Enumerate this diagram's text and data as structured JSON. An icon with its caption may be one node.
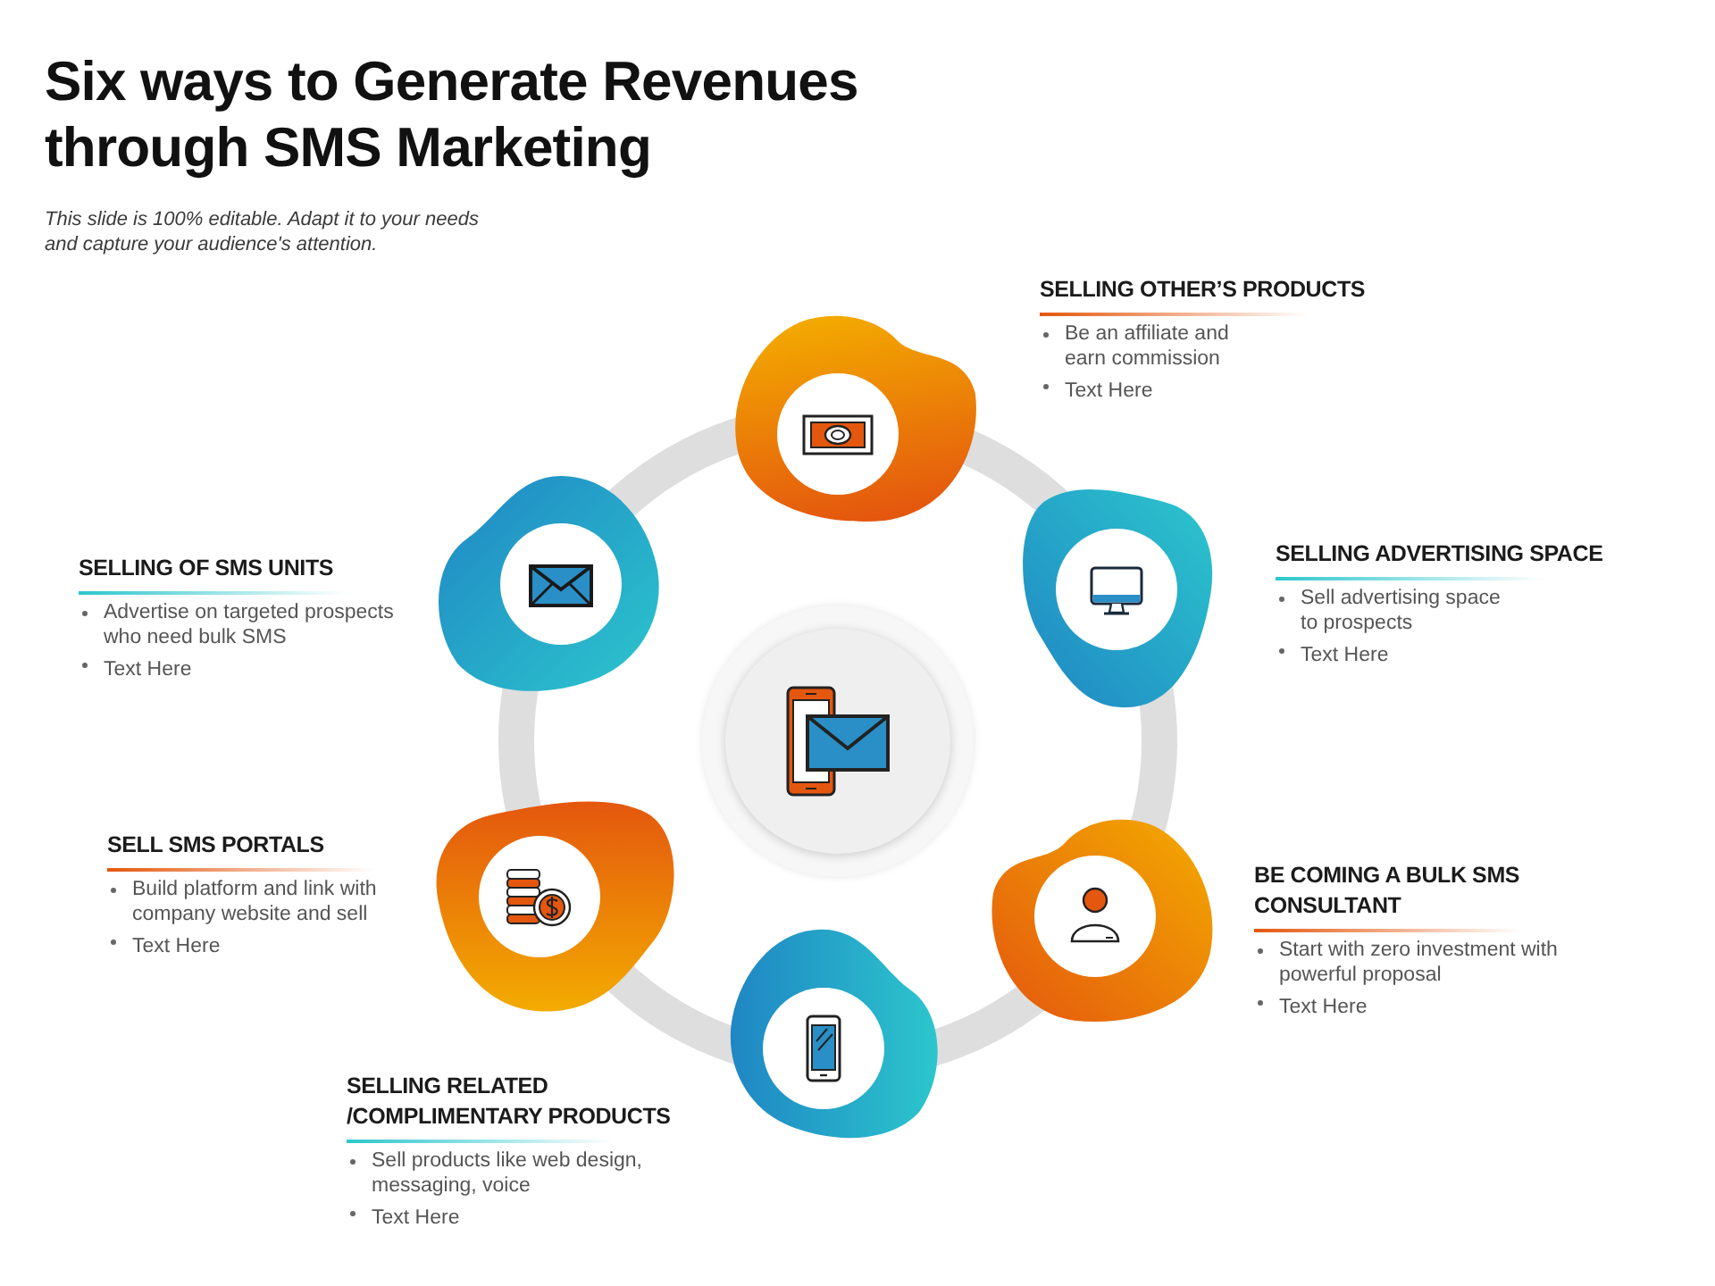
{
  "diagram": {
    "title": "Six ways to Generate Revenues through SMS Marketing",
    "nodes": [
      {
        "text": [],
        "shape": "circle"
      },
      {
        "text": [],
        "shape": "blob",
        "beside": [
          "SELLING OTHER’S PRODUCTS",
          "Be an affiliate and earn commission",
          "Text Here"
        ]
      },
      {
        "text": [],
        "shape": "blob",
        "beside": [
          "SELLING OF SMS UNITS",
          "Advertise on targeted prospects who need bulk SMS",
          "Text Here"
        ]
      },
      {
        "text": [],
        "shape": "blob",
        "beside": [
          "SELLING ADVERTISING SPACE",
          "Sell advertising space to prospects",
          "Text Here"
        ]
      },
      {
        "text": [],
        "shape": "blob",
        "beside": [
          "SELL SMS PORTALS",
          "Build platform and link with company website and sell",
          "Text Here"
        ]
      },
      {
        "text": [],
        "shape": "blob",
        "beside": [
          "BE COMING A BULK SMS CONSULTANT",
          "Start with zero investment with powerful proposal",
          "Text Here"
        ]
      },
      {
        "text": [],
        "shape": "blob",
        "beside": [
          "SELLING RELATED /COMPLIMENTARY PRODUCTS",
          "Sell products like web design, messaging, voice",
          "Text Here"
        ]
      }
    ],
    "labels": [
      "This slide is 100% editable. Adapt it to your needs and capture your audience's attention."
    ]
  }
}
